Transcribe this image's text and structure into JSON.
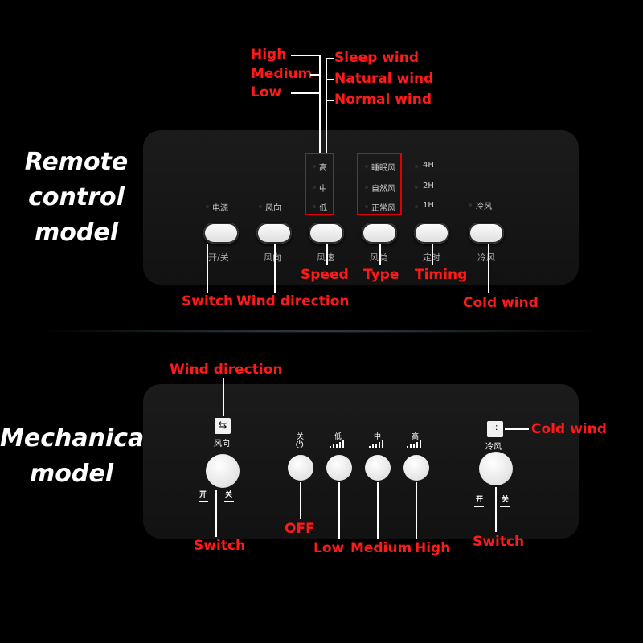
{
  "titles": {
    "remote": [
      "Remote",
      "control",
      "model"
    ],
    "mechanical": [
      "Mechanical",
      "model"
    ]
  },
  "remote": {
    "callouts": {
      "high": "High",
      "medium": "Medium",
      "low": "Low",
      "sleep_wind": "Sleep wind",
      "natural_wind": "Natural wind",
      "normal_wind": "Normal wind",
      "speed": "Speed",
      "type": "Type",
      "timing": "Timing",
      "switch": "Switch",
      "wind_direction": "Wind direction",
      "cold_wind": "Cold wind"
    },
    "panel": {
      "ind_power": "电源",
      "ind_direction": "风向",
      "speed_levels": [
        "高",
        "中",
        "低"
      ],
      "type_levels": [
        "睡眠风",
        "自然风",
        "正常风"
      ],
      "timer_levels": [
        "4H",
        "2H",
        "1H"
      ],
      "ind_cold": "冷风",
      "btn_labels": [
        "开/关",
        "风向",
        "风速",
        "风类",
        "定时",
        "冷风"
      ]
    }
  },
  "mechanical": {
    "callouts": {
      "wind_direction": "Wind direction",
      "cold_wind": "Cold wind",
      "switch_left": "Switch",
      "off": "OFF",
      "low": "Low",
      "medium": "Medium",
      "high": "High",
      "switch_right": "Switch"
    },
    "panel": {
      "direction_label": "风向",
      "cold_label": "冷风",
      "off_label": "关",
      "low_label": "低",
      "mid_label": "中",
      "high_label": "高",
      "on_text": "开",
      "off_text": "关"
    }
  },
  "colors": {
    "callout": "#ff1a1a",
    "panel": "#161616",
    "background": "#000000"
  }
}
